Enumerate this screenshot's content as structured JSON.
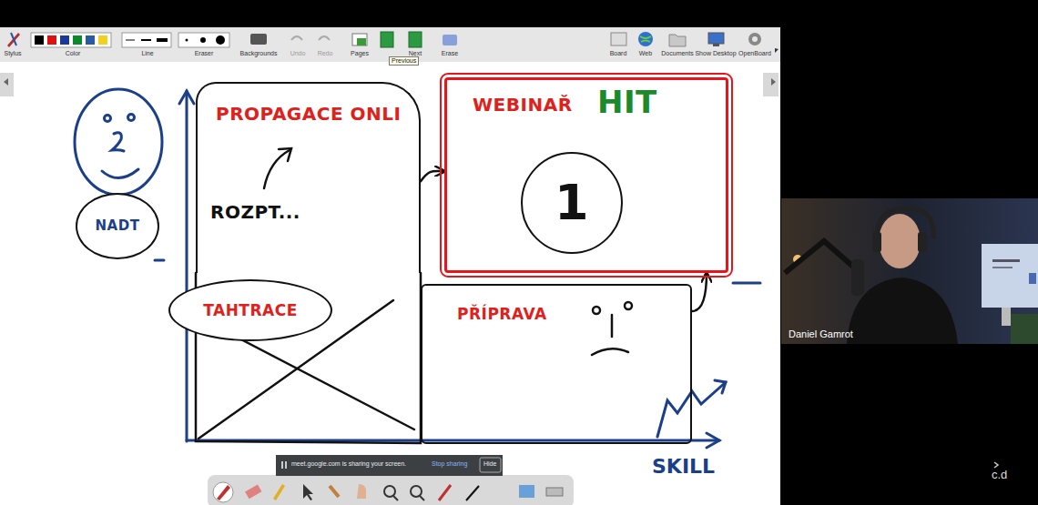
{
  "diagram": {
    "nodes": [
      {
        "text": [
          "PROPAGACE ONLI",
          "ROZPT..."
        ]
      },
      {
        "text": [
          "WEBINAŘ",
          "HIT"
        ]
      },
      {
        "text": [
          "1"
        ],
        "in": 1
      },
      {
        "text": [
          "TAHTRACE"
        ]
      },
      {
        "text": [
          "PŘÍPRAVA"
        ]
      },
      {
        "text": [
          "NADT"
        ]
      }
    ],
    "edges": [
      {
        "from": 0,
        "to": 1,
        "arrow": "to"
      },
      {
        "from": 4,
        "to": 1,
        "arrow": "to"
      }
    ],
    "labels": [
      "Stylus",
      "Color",
      "Line",
      "Eraser",
      "Backgrounds",
      "Undo",
      "Redo",
      "Pages",
      "Next",
      "Erase",
      "Board",
      "Web",
      "Documents",
      "Show Desktop",
      "OpenBoard",
      "Previous",
      "SKILL",
      "meet.google.com is sharing your screen.",
      "Stop sharing",
      "Hide",
      "Daniel Gamrot",
      "c.d"
    ]
  }
}
